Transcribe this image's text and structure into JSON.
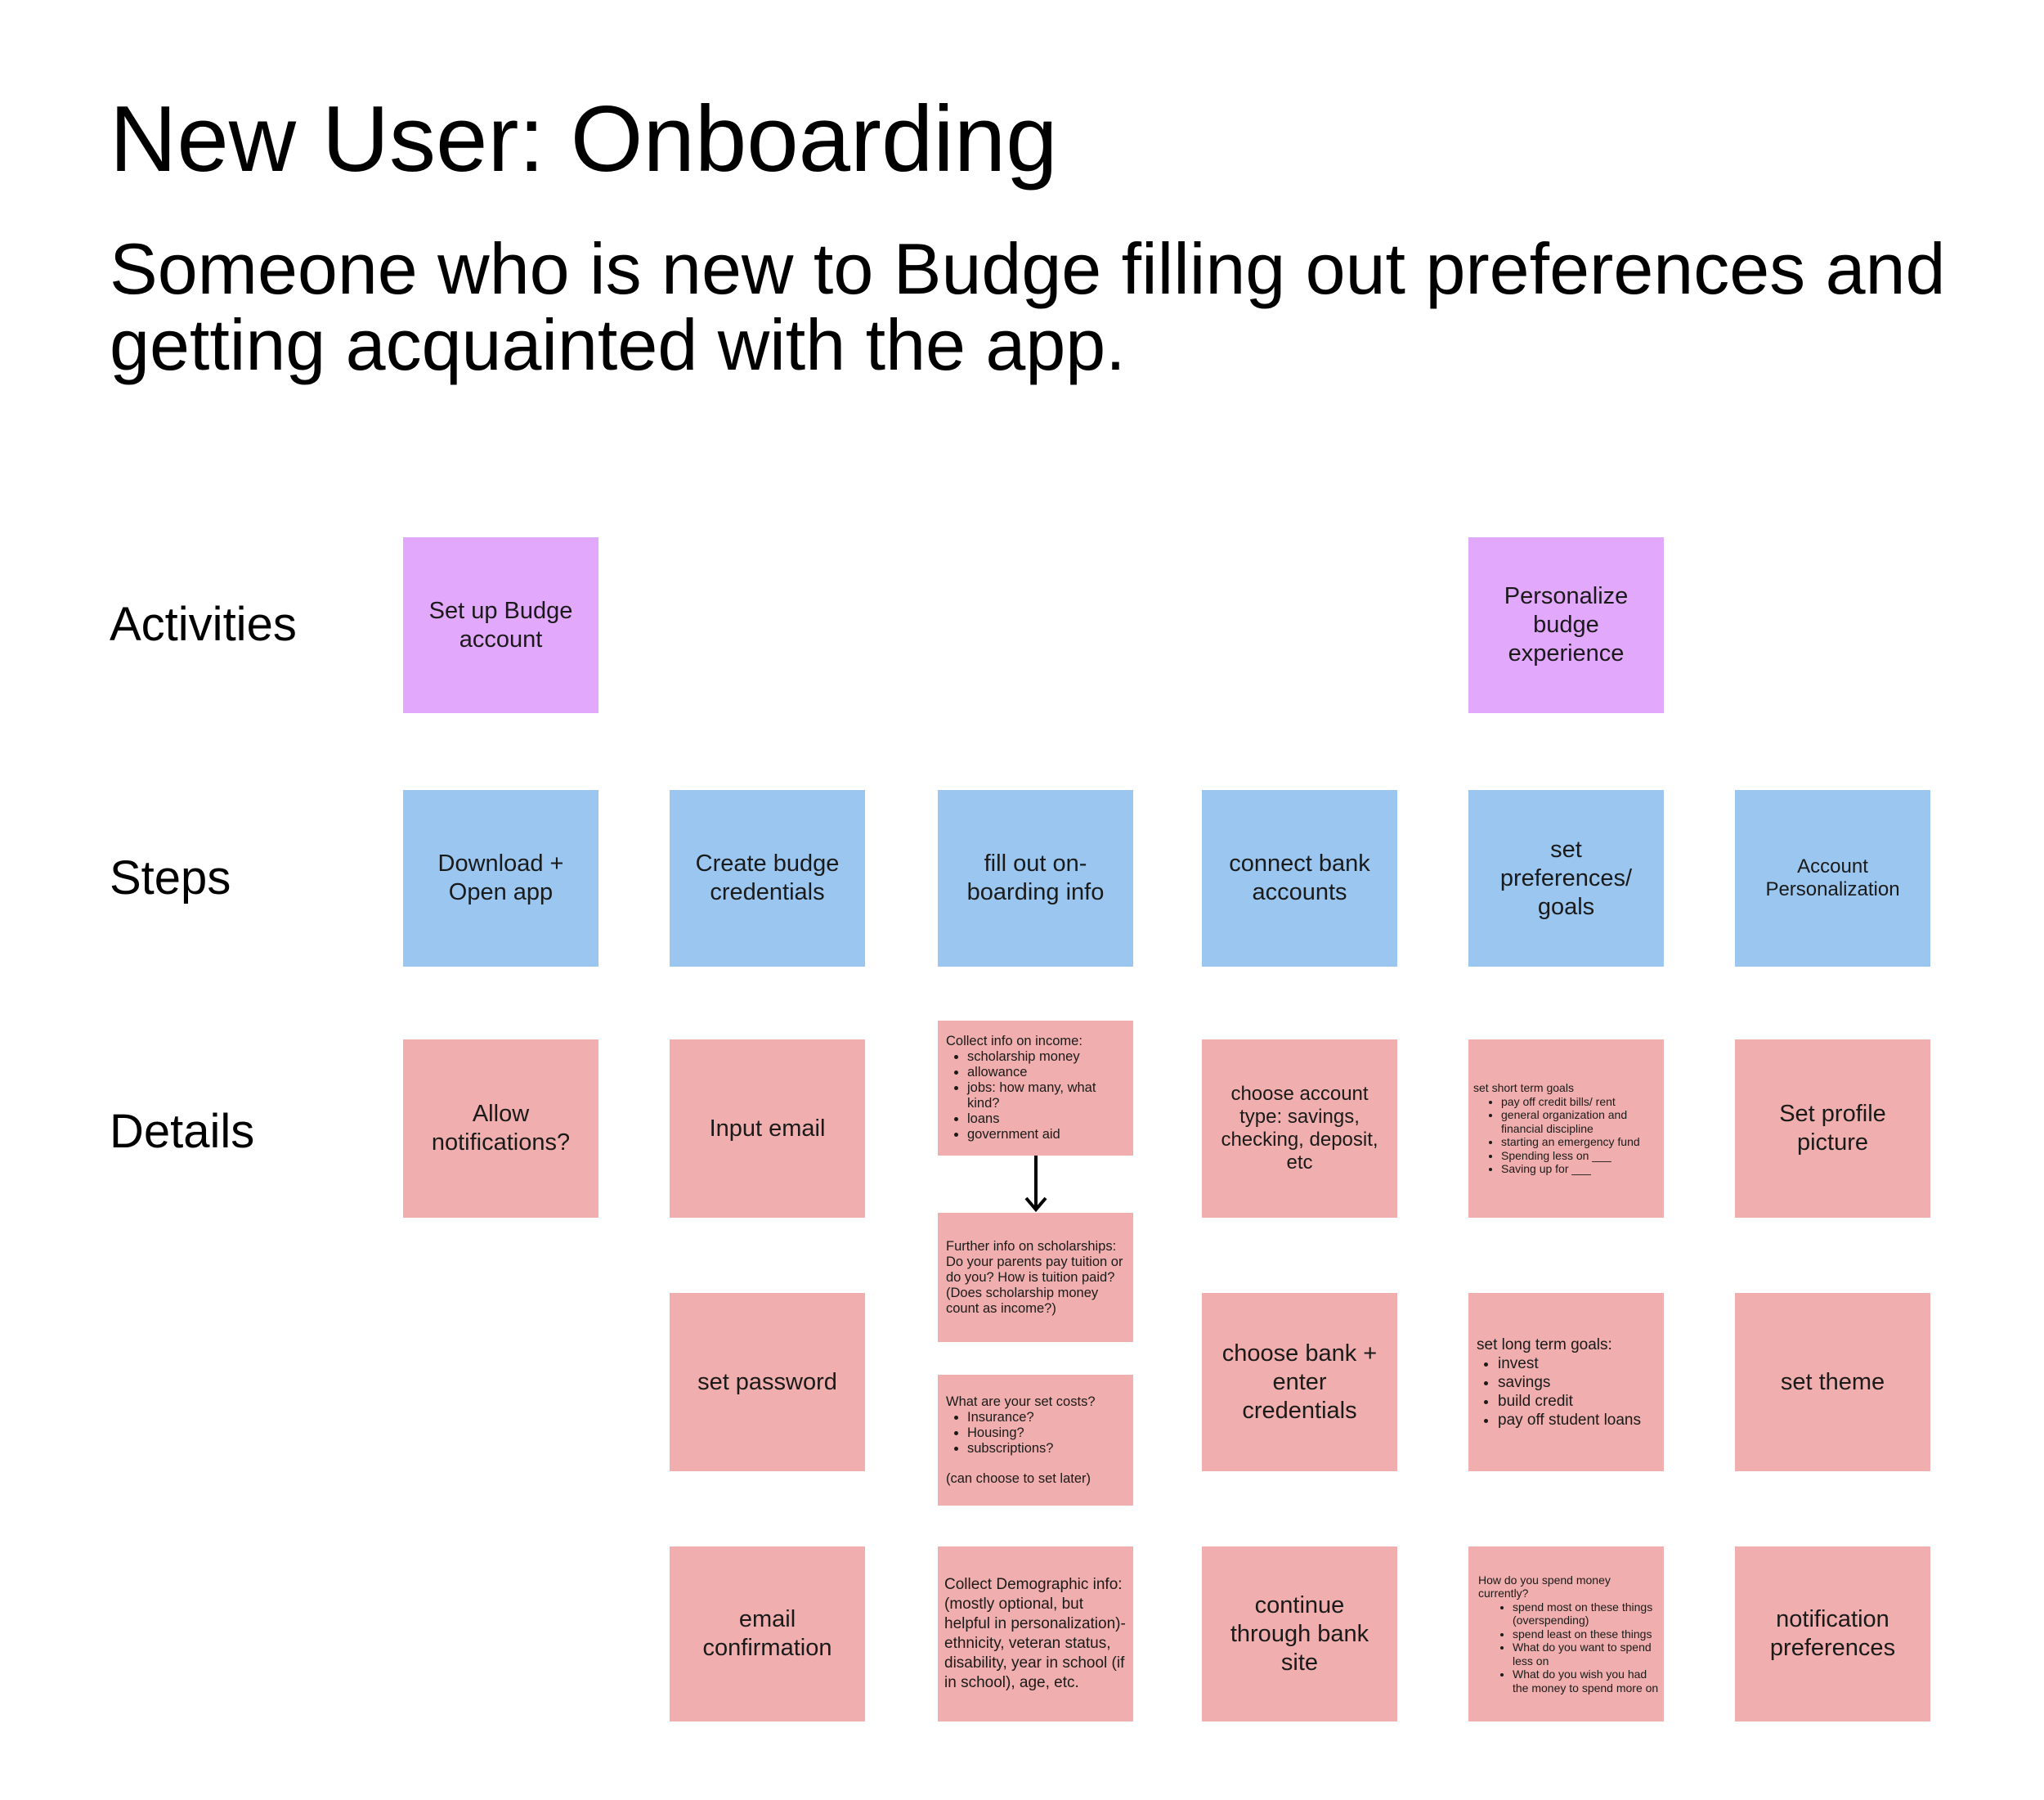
{
  "header": {
    "title": "New User: Onboarding",
    "subtitle": "Someone who is new to Budge filling out preferences and getting acquainted with the app."
  },
  "row_labels": {
    "activities": "Activities",
    "steps": "Steps",
    "details": "Details"
  },
  "colors": {
    "activity": "#e2a8fb",
    "step": "#9ac6f0",
    "detail": "#f0afae"
  },
  "activities": [
    "Set up Budge account",
    "Personalize budge experience"
  ],
  "steps": [
    "Download + Open app",
    "Create budge credentials",
    "fill out on-boarding info",
    "connect bank accounts",
    "set preferences/ goals",
    "Account Personalization"
  ],
  "details": {
    "col1": [
      "Allow notifications?"
    ],
    "col2": [
      "Input email",
      "set password",
      "email confirmation"
    ],
    "col3": {
      "income": {
        "heading": "Collect info on income:",
        "items": [
          "scholarship money",
          "allowance",
          "jobs: how many, what kind?",
          "loans",
          "government aid"
        ]
      },
      "scholarships": "Further info on scholarships: Do your parents pay tuition or do you? How is tuition paid? (Does scholarship money count as income?)",
      "costs": {
        "heading": "What are your set costs?",
        "items": [
          "Insurance?",
          "Housing?",
          "subscriptions?"
        ],
        "note": "(can choose to set later)"
      },
      "demographic": "Collect Demographic info: (mostly optional, but helpful in personalization)- ethnicity, veteran status, disability, year in school (if in school), age, etc."
    },
    "col4": [
      "choose account type: savings, checking, deposit, etc",
      "choose bank + enter credentials",
      "continue through bank site"
    ],
    "col5": {
      "short_term": {
        "heading": "set short term goals",
        "items": [
          "pay off credit bills/ rent",
          "general organization and financial discipline",
          "starting an emergency fund",
          "Spending less on ___",
          "Saving up for ___"
        ]
      },
      "long_term": {
        "heading": "set long term goals:",
        "items": [
          "invest",
          "savings",
          "build credit",
          "pay off student loans"
        ]
      },
      "spending": {
        "heading": "How do you spend money currently?",
        "items": [
          "spend most on these things (overspending)",
          "spend least on these things",
          "What do you want to spend less on",
          "What do you wish you had the money to spend more on"
        ]
      }
    },
    "col6": [
      "Set profile picture",
      "set theme",
      "notification preferences"
    ]
  }
}
